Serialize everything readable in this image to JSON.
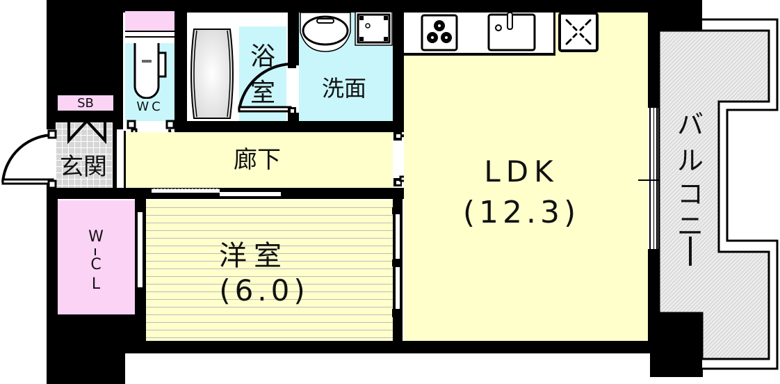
{
  "title": "Apartment floor plan 1LDK",
  "rooms": {
    "entrance": {
      "label": "玄関"
    },
    "shoe_box": {
      "label": "SB"
    },
    "toilet": {
      "label": "WC"
    },
    "bathroom": {
      "label_line1": "浴",
      "label_line2": "室"
    },
    "washroom": {
      "label": "洗面"
    },
    "hallway": {
      "label": "廊下"
    },
    "ldk": {
      "label": "LDK",
      "area": "(12.3)"
    },
    "western_room": {
      "label": "洋室",
      "area": "(6.0)"
    },
    "walk_in_closet": {
      "label_w": "W",
      "label_c": "C",
      "label_l": "L"
    },
    "balcony": {
      "label_chars": [
        "バ",
        "ル",
        "コ",
        "ニ",
        "ー"
      ]
    }
  },
  "fixtures": {
    "stove": "gas-stove-icon",
    "sink": "kitchen-sink-icon",
    "fridge": "refrigerator-space-icon",
    "washbasin": "washbasin-icon",
    "washer": "washing-machine-pan-icon",
    "toilet": "toilet-icon",
    "bathtub": "bathtub-icon"
  },
  "colors": {
    "wall": "#000000",
    "wet_area": "#c9f6fb",
    "living_floor": "#ffffcc",
    "storage": "#fbd3f5",
    "entrance_tile": "#d6d6d6",
    "balcony": "#e6e6e6"
  }
}
